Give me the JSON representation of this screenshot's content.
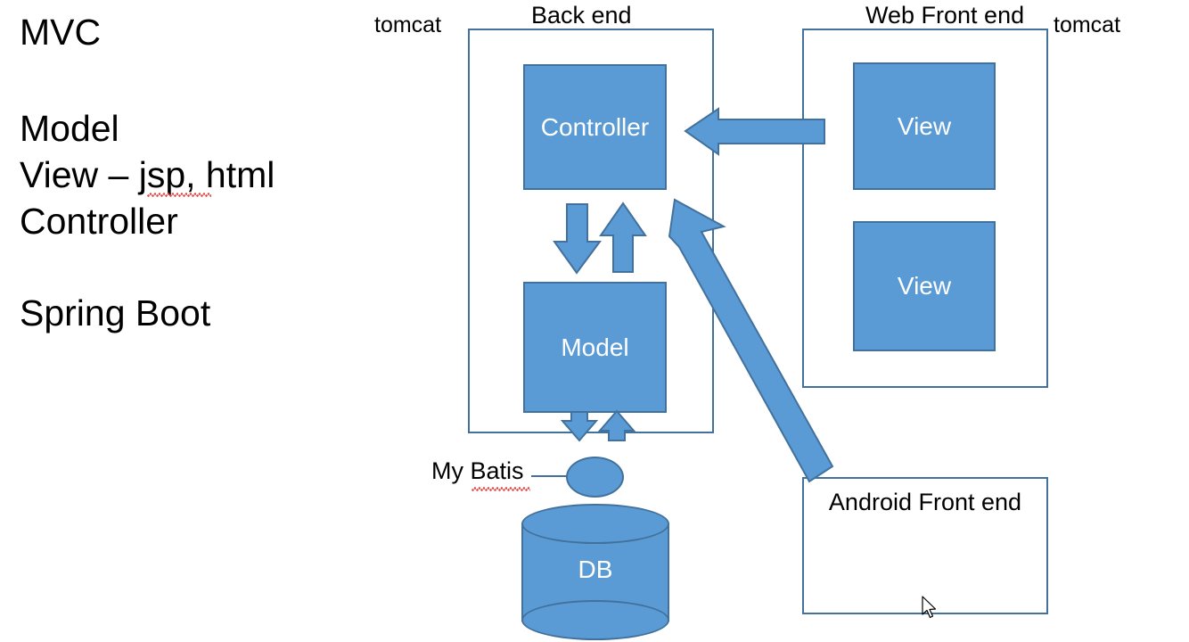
{
  "slide": {
    "background_color": "#FFFFFF",
    "accent_fill": "#5B9BD5",
    "accent_stroke": "#41719C",
    "text_color": "#000000",
    "inverse_text_color": "#FFFFFF",
    "spellcheck_color": "#E23C3C"
  },
  "notes": {
    "title": "MVC",
    "line_model": "Model",
    "line_view": "View – jsp, html",
    "line_controller": "Controller",
    "line_framework": "Spring Boot"
  },
  "containers": {
    "backend": {
      "caption": "Back end",
      "server_label": "tomcat"
    },
    "web_front_end": {
      "caption": "Web Front end",
      "server_label": "tomcat"
    },
    "android_front_end": {
      "caption": "Android Front end"
    }
  },
  "nodes": {
    "controller": "Controller",
    "model": "Model",
    "view_top": "View",
    "view_bottom": "View",
    "mybatis": "My Batis",
    "database": "DB"
  },
  "icons": {
    "mouse_pointer": "mouse-pointer-icon"
  },
  "arrows": [
    {
      "name": "view-to-controller",
      "direction": "left",
      "from": "Web Front end",
      "to": "Controller"
    },
    {
      "name": "controller-to-model",
      "direction": "down",
      "from": "Controller",
      "to": "Model"
    },
    {
      "name": "model-to-controller",
      "direction": "up",
      "from": "Model",
      "to": "Controller"
    },
    {
      "name": "model-to-mybatis",
      "direction": "down",
      "from": "Model",
      "to": "My Batis"
    },
    {
      "name": "mybatis-to-model",
      "direction": "up",
      "from": "My Batis",
      "to": "Model"
    },
    {
      "name": "android-to-controller",
      "direction": "up-left",
      "from": "Android Front end",
      "to": "Controller"
    }
  ]
}
